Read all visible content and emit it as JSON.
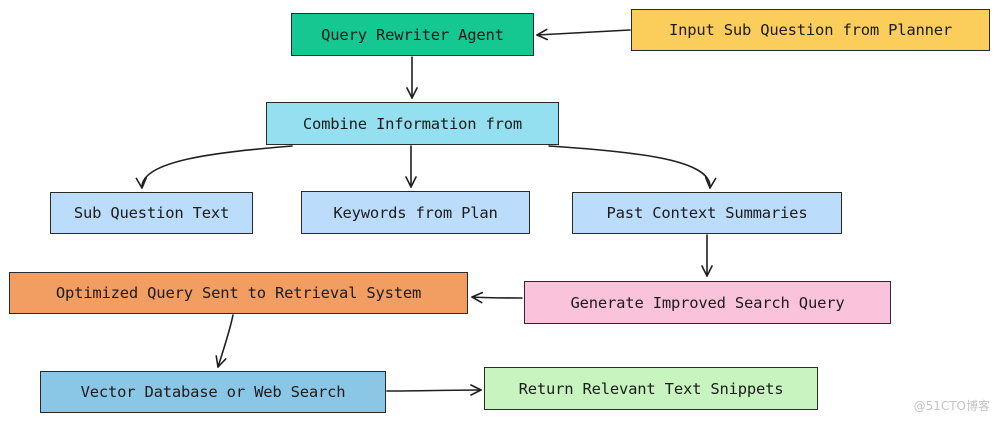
{
  "nodes": {
    "query_rewriter": "Query Rewriter Agent",
    "input": "Input Sub Question from Planner",
    "combine": "Combine Information from",
    "sub_question": "Sub Question Text",
    "keywords": "Keywords from Plan",
    "past_context": "Past Context Summaries",
    "generate": "Generate Improved Search Query",
    "optimized": "Optimized Query Sent to Retrieval System",
    "vector": "Vector Database or Web Search",
    "return": "Return Relevant Text Snippets"
  },
  "colors": {
    "query_rewriter": "#15c791",
    "input": "#fbce5c",
    "combine": "#95e0f0",
    "context_nodes": "#bcdcfb",
    "generate": "#fbc3db",
    "optimized": "#f29d62",
    "vector": "#8ac6e6",
    "return": "#c8f4bf"
  },
  "watermark": "@51CTO博客"
}
